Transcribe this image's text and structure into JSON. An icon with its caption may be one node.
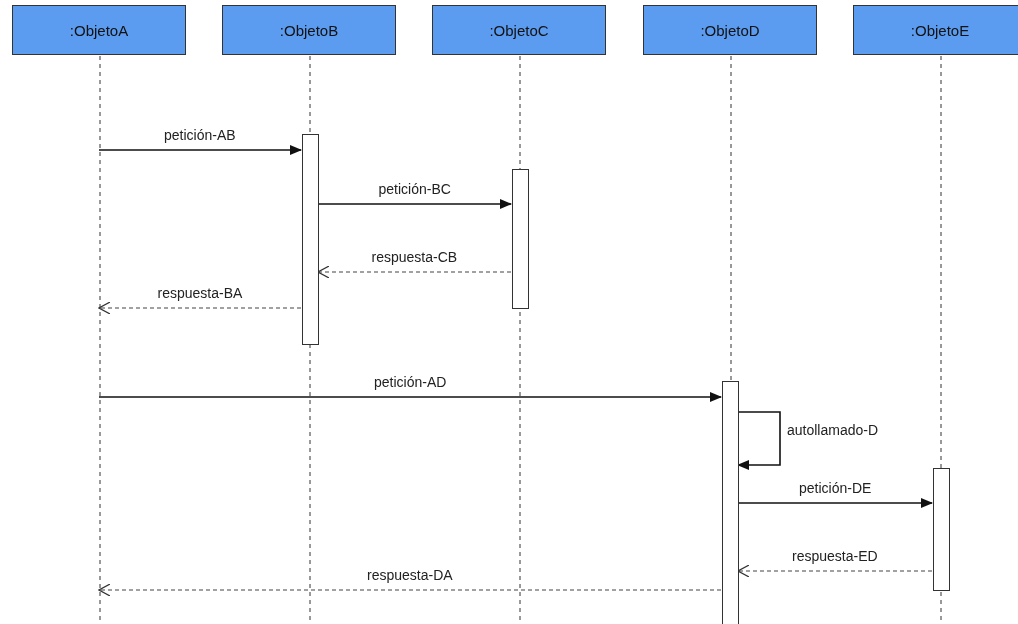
{
  "diagram": {
    "nodes": [
      {
        "text": [
          ":ObjetoA"
        ]
      },
      {
        "text": [
          ":ObjetoB"
        ]
      },
      {
        "text": [
          ":ObjetoC"
        ]
      },
      {
        "text": [
          ":ObjetoD"
        ]
      },
      {
        "text": [
          ":ObjetoE"
        ]
      },
      {
        "text": [],
        "shape": "bar",
        "in": 1
      },
      {
        "text": [],
        "shape": "bar",
        "in": 2
      },
      {
        "text": [],
        "shape": "bar",
        "in": 3
      },
      {
        "text": [],
        "shape": "bar",
        "in": 4
      }
    ],
    "edges": [
      {
        "from": 0,
        "to": 5,
        "arrow": "to",
        "label": "petición-AB"
      },
      {
        "from": 5,
        "to": 6,
        "arrow": "to",
        "label": "petición-BC"
      },
      {
        "from": 6,
        "to": 5,
        "arrow": "to",
        "label": "respuesta-CB",
        "style": "dashed"
      },
      {
        "from": 5,
        "to": 0,
        "arrow": "to",
        "label": "respuesta-BA",
        "style": "dashed"
      },
      {
        "from": 0,
        "to": 7,
        "arrow": "to",
        "label": "petición-AD"
      },
      {
        "from": 7,
        "to": 7,
        "arrow": "to",
        "label": "autollamado-D"
      },
      {
        "from": 7,
        "to": 8,
        "arrow": "to",
        "label": "petición-DE"
      },
      {
        "from": 8,
        "to": 7,
        "arrow": "to",
        "label": "respuesta-ED",
        "style": "dashed"
      },
      {
        "from": 7,
        "to": 0,
        "arrow": "to",
        "label": "respuesta-DA",
        "style": "dashed"
      }
    ]
  }
}
